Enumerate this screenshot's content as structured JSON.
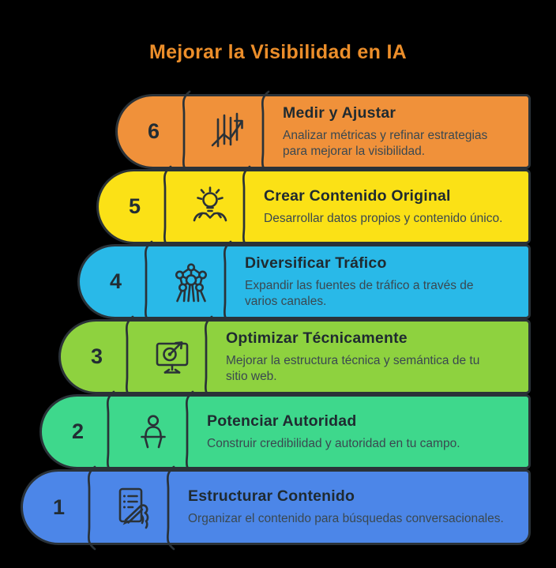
{
  "title": {
    "text": "Mejorar la Visibilidad en IA",
    "color": "#EC8E2A"
  },
  "canvas": {
    "background": "#000000",
    "outline_color": "#2A3238",
    "title_text_color": "#1F2A30",
    "desc_text_color": "#3A4850"
  },
  "steps": [
    {
      "number": "6",
      "title": "Medir y Ajustar",
      "description": "Analizar métricas y refinar estrategias para mejorar la visibilidad.",
      "color": "#F0913A",
      "icon": "analytics-chart-icon"
    },
    {
      "number": "5",
      "title": "Crear Contenido Original",
      "description": "Desarrollar datos propios y contenido único.",
      "color": "#FBE116",
      "icon": "idea-bulb-icon"
    },
    {
      "number": "4",
      "title": "Diversificar Tráfico",
      "description": "Expandir las fuentes de tráfico a través de varios canales.",
      "color": "#29B9E8",
      "icon": "network-nodes-icon"
    },
    {
      "number": "3",
      "title": "Optimizar Técnicamente",
      "description": "Mejorar la estructura técnica y semántica de tu sitio web.",
      "color": "#8ED23F",
      "icon": "target-monitor-icon"
    },
    {
      "number": "2",
      "title": "Potenciar Autoridad",
      "description": "Construir credibilidad y autoridad en tu campo.",
      "color": "#3ED88C",
      "icon": "podium-speaker-icon"
    },
    {
      "number": "1",
      "title": "Estructurar Contenido",
      "description": "Organizar el contenido para búsquedas conversacionales.",
      "color": "#4C86E8",
      "icon": "writing-hand-icon"
    }
  ]
}
